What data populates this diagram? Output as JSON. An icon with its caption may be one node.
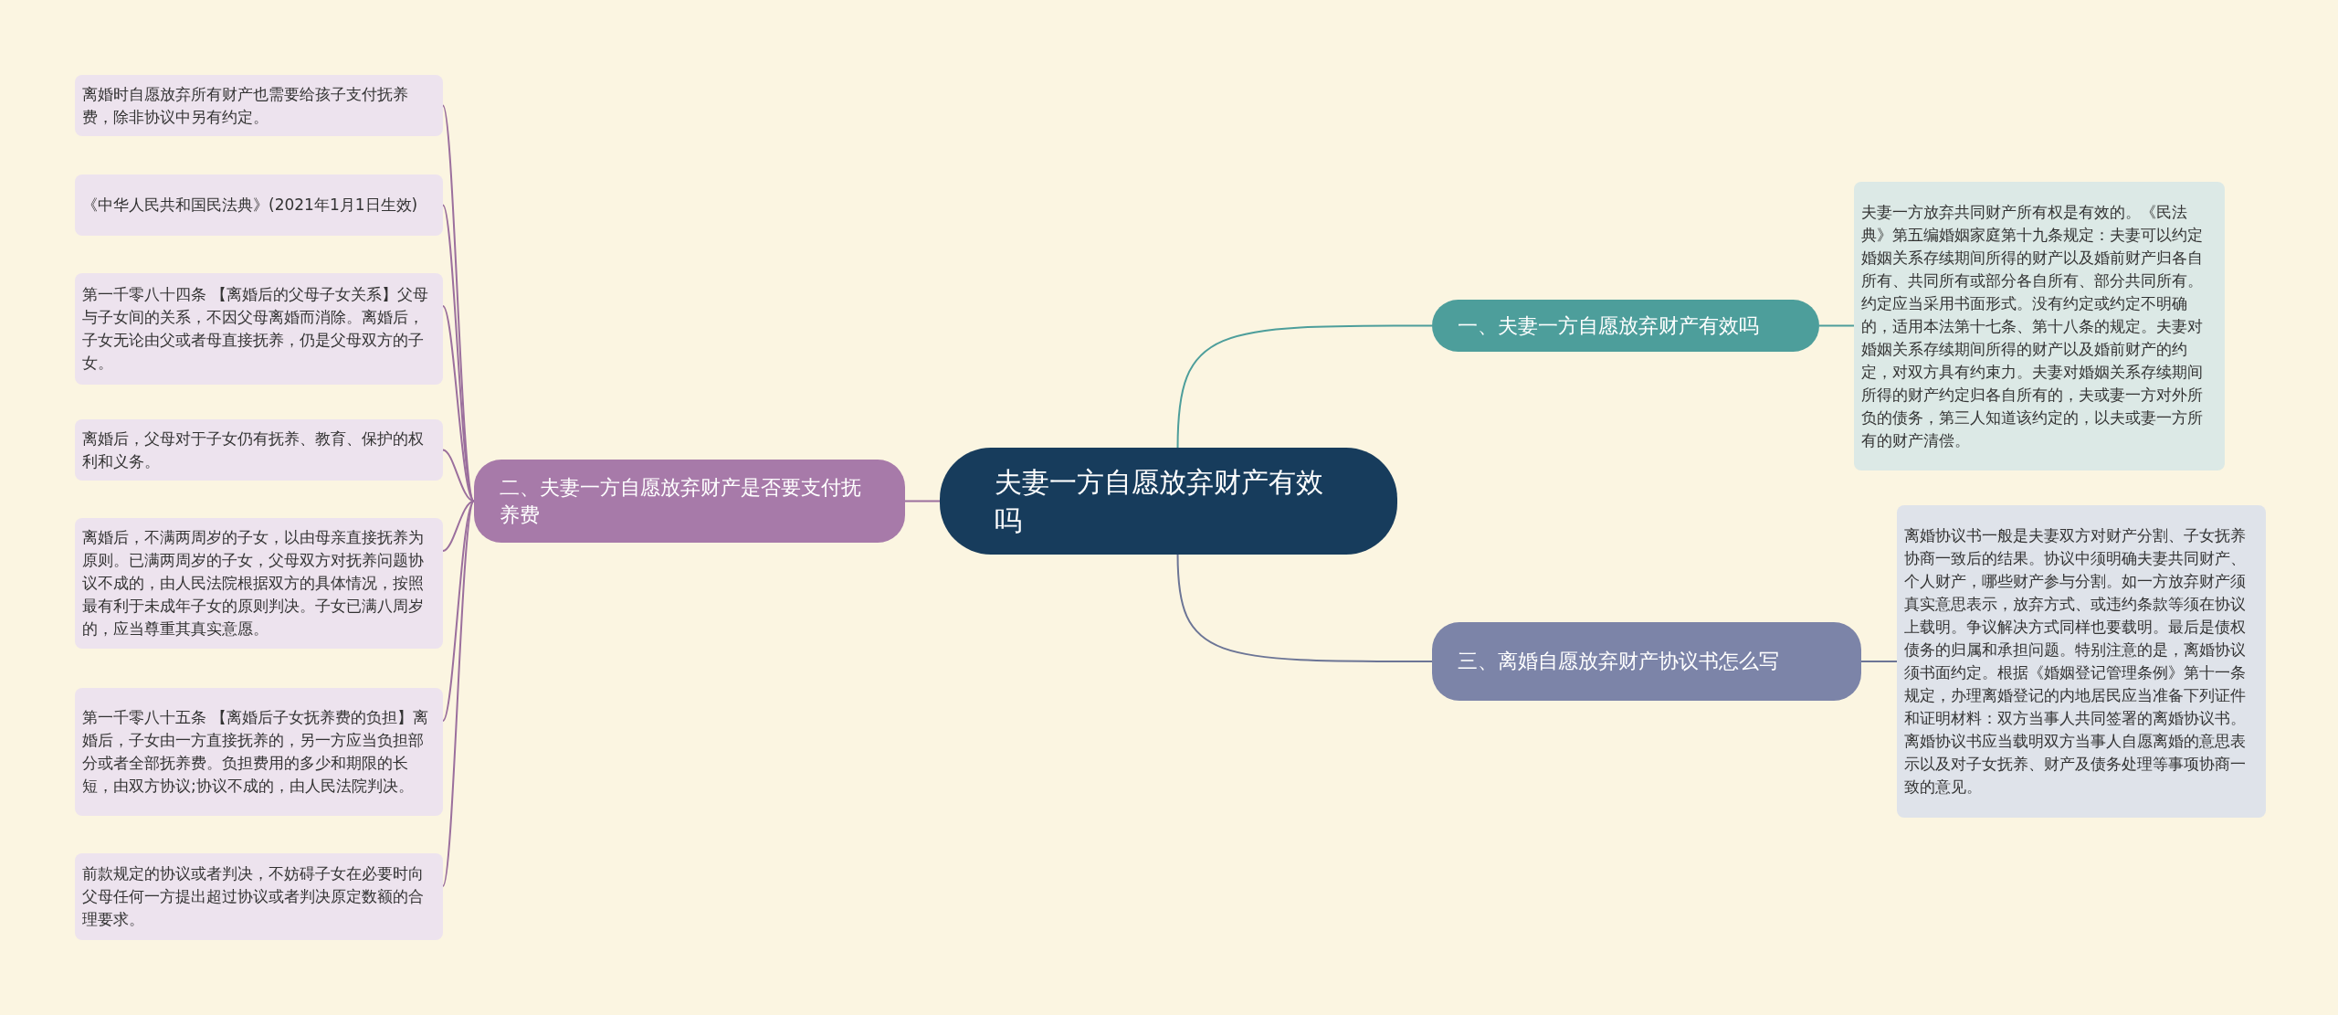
{
  "diagram": {
    "nodes": [
      {
        "text": [
          "夫妻一方自愿放弃财产有效吗"
        ]
      },
      {
        "text": [
          "一、夫妻一方自愿放弃财产有效吗"
        ]
      },
      {
        "text": [
          "夫妻一方放弃共同财产所有权是有效的。《民法典》第五编婚姻家庭第十九条规定：夫妻可以约定婚姻关系存续期间所得的财产以及婚前财产归各自所有、共同所有或部分各自所有、部分共同所有。约定应当采用书面形式。没有约定或约定不明确的，适用本法第十七条、第十八条的规定。夫妻对婚姻关系存续期间所得的财产以及婚前财产的约定，对双方具有约束力。夫妻对婚姻关系存续期间所得的财产约定归各自所有的，夫或妻一方对外所负的债务，第三人知道该约定的，以夫或妻一方所有的财产清偿。"
        ]
      },
      {
        "text": [
          "二、夫妻一方自愿放弃财产是否要支付抚养费"
        ]
      },
      {
        "text": [
          "离婚时自愿放弃所有财产也需要给孩子支付抚养费，除非协议中另有约定。"
        ]
      },
      {
        "text": [
          "《中华人民共和国民法典》(2021年1月1日生效)"
        ]
      },
      {
        "text": [
          "第一千零八十四条 【离婚后的父母子女关系】父母与子女间的关系，不因父母离婚而消除。离婚后，子女无论由父或者母直接抚养，仍是父母双方的子女。"
        ]
      },
      {
        "text": [
          "离婚后，父母对于子女仍有抚养、教育、保护的权利和义务。"
        ]
      },
      {
        "text": [
          "离婚后，不满两周岁的子女，以由母亲直接抚养为原则。已满两周岁的子女，父母双方对抚养问题协议不成的，由人民法院根据双方的具体情况，按照最有利于未成年子女的原则判决。子女已满八周岁的，应当尊重其真实意愿。"
        ]
      },
      {
        "text": [
          "第一千零八十五条 【离婚后子女抚养费的负担】离婚后，子女由一方直接抚养的，另一方应当负担部分或者全部抚养费。负担费用的多少和期限的长短，由双方协议;协议不成的，由人民法院判决。"
        ]
      },
      {
        "text": [
          "前款规定的协议或者判决，不妨碍子女在必要时向父母任何一方提出超过协议或者判决原定数额的合理要求。"
        ]
      },
      {
        "text": [
          "三、离婚自愿放弃财产协议书怎么写"
        ]
      },
      {
        "text": [
          "离婚协议书一般是夫妻双方对财产分割、子女抚养协商一致后的结果。协议中须明确夫妻共同财产、个人财产，哪些财产参与分割。如一方放弃财产须真实意思表示，放弃方式、或违约条款等须在协议上载明。争议解决方式同样也要载明。最后是债权债务的归属和承担问题。特别注意的是，离婚协议须书面约定。根据《婚姻登记管理条例》第十一条规定，办理离婚登记的内地居民应当准备下列证件和证明材料：双方当事人共同签署的离婚协议书。离婚协议书应当载明双方当事人自愿离婚的意思表示以及对子女抚养、财产及债务处理等事项协商一致的意见。"
        ]
      }
    ],
    "edges": [
      {
        "from": 0,
        "to": 1,
        "arrow": "none",
        "color": "#4d9e9b"
      },
      {
        "from": 1,
        "to": 2,
        "arrow": "none",
        "color": "#4d9e9b"
      },
      {
        "from": 0,
        "to": 3,
        "arrow": "none"
      },
      {
        "from": 3,
        "to": 4,
        "arrow": "none"
      },
      {
        "from": 3,
        "to": 5,
        "arrow": "none"
      },
      {
        "from": 3,
        "to": 6,
        "arrow": "none"
      },
      {
        "from": 3,
        "to": 7,
        "arrow": "none"
      },
      {
        "from": 3,
        "to": 8,
        "arrow": "none"
      },
      {
        "from": 3,
        "to": 9,
        "arrow": "none"
      },
      {
        "from": 3,
        "to": 10,
        "arrow": "none"
      },
      {
        "from": 0,
        "to": 11,
        "arrow": "none",
        "color": "#6c7596"
      },
      {
        "from": 11,
        "to": 12,
        "arrow": "none",
        "color": "#6c7596"
      }
    ]
  }
}
